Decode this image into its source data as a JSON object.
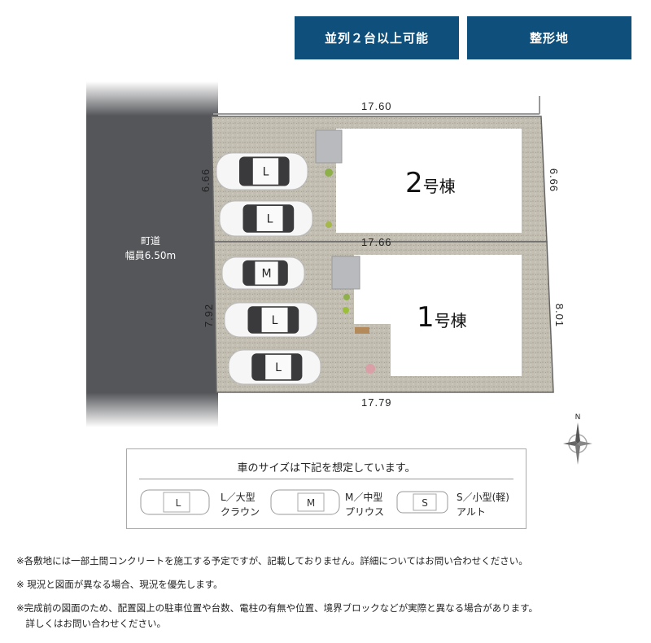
{
  "badges": [
    "並列２台以上可能",
    "整形地"
  ],
  "road": {
    "name": "町道",
    "width": "幅員6.50m"
  },
  "dimensions": {
    "top": "17.60",
    "middle": "17.66",
    "bottom": "17.79",
    "left_upper": "6.66",
    "right_upper": "6.66",
    "left_lower": "7.92",
    "right_lower": "8.01"
  },
  "buildings": [
    {
      "num": "2",
      "suffix": "号棟"
    },
    {
      "num": "1",
      "suffix": "号棟"
    }
  ],
  "cars": [
    "L",
    "L",
    "M",
    "L",
    "L"
  ],
  "compass": {
    "label": "N"
  },
  "legend": {
    "title": "車のサイズは下記を想定しています。",
    "items": [
      {
        "badge": "L",
        "line1": "L／大型",
        "line2": "クラウン"
      },
      {
        "badge": "M",
        "line1": "M／中型",
        "line2": "プリウス"
      },
      {
        "badge": "S",
        "line1": "S／小型(軽)",
        "line2": "アルト"
      }
    ]
  },
  "notes": [
    "※各敷地には一部土間コンクリートを施工する予定ですが、記載しておりません。詳細についてはお問い合わせください。",
    "※ 現況と図面が異なる場合、現況を優先します。",
    "※完成前の図面のため、配置図上の駐車位置や台数、電柱の有無や位置、境界ブロックなどが実際と異なる場合があります。",
    "　詳しくはお問い合わせください。"
  ]
}
